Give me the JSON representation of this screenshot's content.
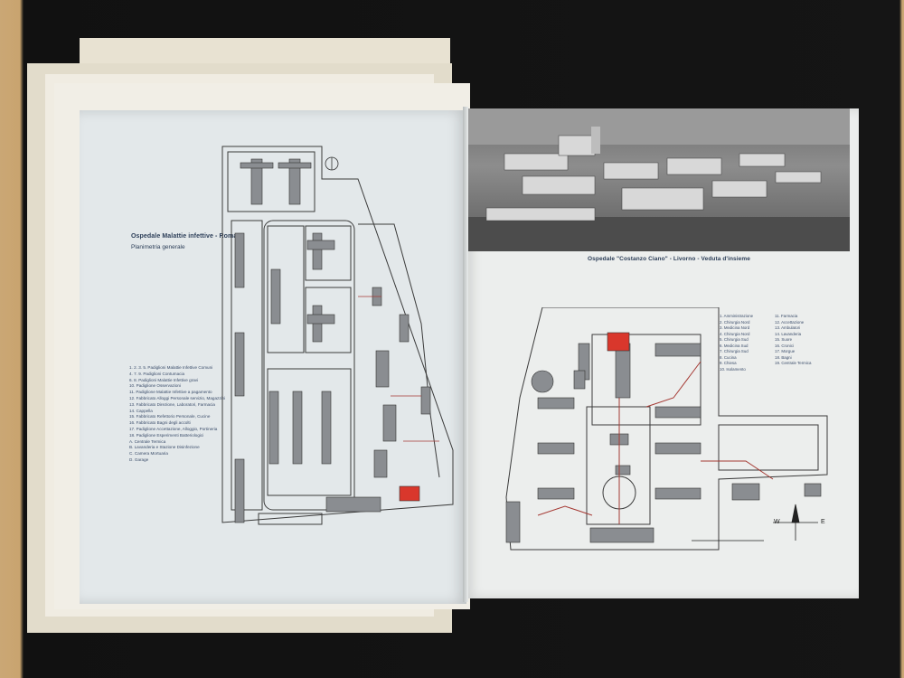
{
  "left_page": {
    "title": "Ospedale Malattie infettive - Roma",
    "subtitle": "Planimetria generale",
    "legend": [
      "1. 2. 3. 5. Padiglioni Malattie Infettive Comuni",
      "4. 7. 9. Padiglioni Contumacia",
      "6. 8. Padiglioni Malattie Infettive gravi",
      "10. Padiglione Osservazioni",
      "11. Padiglione Malattie Infettive a pagamento",
      "12. Fabbricato Alloggi Personale servizio, Magazzini",
      "13. Fabbricato Direzione, Laboratori, Farmacia",
      "14. Cappella",
      "15. Fabbricato Refettorio Personale, Cucine",
      "16. Fabbricato Bagni degli accolti",
      "17. Padiglione Accettazione, Alloggio, Portineria",
      "18. Padiglione Esperimenti Batteriologici",
      "A. Centrale Termica",
      "B. Lavanderia e Stazione Disinfezione",
      "C. Camera Mortuaria",
      "D. Garage"
    ]
  },
  "right_page": {
    "photo_caption": "Ospedale \"Costanzo Ciano\" - Livorno - Veduta d'insieme",
    "legend_col1": [
      "1. Amministrazione",
      "2. Chirurgia Nord",
      "3. Medicina Nord",
      "4. Chirurgia Nord",
      "5. Chirurgia Sud",
      "6. Medicina Sud",
      "7. Chirurgia Sud",
      "8. Cucina",
      "9. Chiesa",
      "10. Isolamento"
    ],
    "legend_col2": [
      "11. Farmacia",
      "12. Accettazione",
      "13. Ambulatori",
      "14. Lavanderia",
      "15. Suore",
      "16. Cronici",
      "17. Morgue",
      "18. Bagni",
      "19. Centrale Termica"
    ],
    "compass_labels": {
      "w": "W",
      "e": "E"
    }
  },
  "colors": {
    "highlight": "#d9372c",
    "building": "#8a8d91",
    "plan_line": "#3b3b3b",
    "page_blue": "#e3e8ea"
  }
}
